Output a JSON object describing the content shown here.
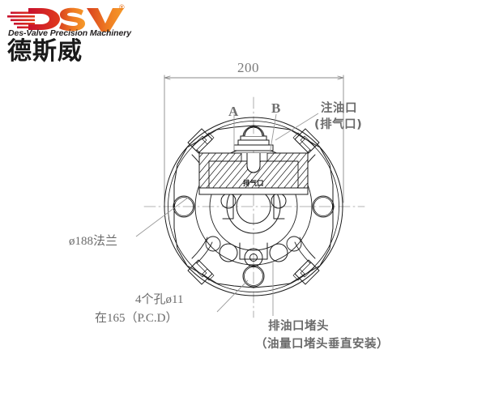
{
  "logo": {
    "brand": "DSV",
    "registered_mark": "®",
    "tagline": "Des-Valve Precision Machinery",
    "chinese_name": "德斯威",
    "brand_color": "#e8731c",
    "brand_color_dark": "#c8102e",
    "text_color": "#231f20"
  },
  "drawing": {
    "title": "radial-piston-motor-front-view",
    "line_color": "#1a1a1a",
    "annotation_color": "#6b6b6b",
    "dimensions": {
      "overall_width": {
        "value": "200",
        "unit": "mm"
      }
    },
    "marks": {
      "a": "A",
      "b": "B"
    },
    "labels": {
      "fill_port": "注油口",
      "fill_port_alt": "(排气口)",
      "vent_port_center": "排气口",
      "flange": "ø188法兰",
      "holes_count": "4个孔ø11",
      "holes_pcd": "在165（P.C.D）",
      "drain_plug": "排油口堵头",
      "drain_plug_note": "（油量口堵头垂直安装）"
    }
  }
}
